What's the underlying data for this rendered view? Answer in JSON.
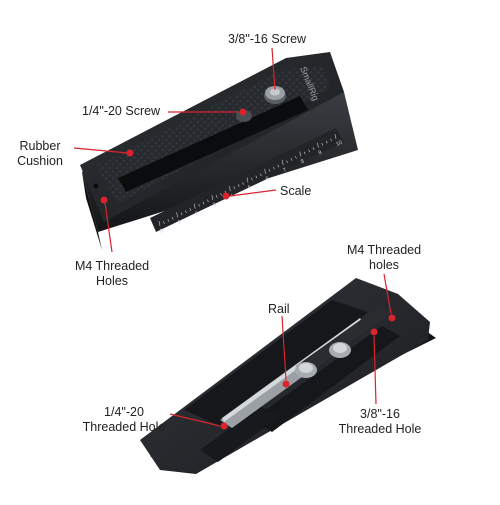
{
  "brand": "SmallRig",
  "accent_color": "#d9232e",
  "scale_ticks": [
    "0",
    "1",
    "2",
    "3",
    "4",
    "5",
    "6",
    "7",
    "8",
    "9",
    "10"
  ],
  "callouts": {
    "screw_3_8": "3/8\"-16 Screw",
    "screw_1_4": "1/4\"-20 Screw",
    "rubber_cushion_1": "Rubber",
    "rubber_cushion_2": "Cushion",
    "scale": "Scale",
    "m4_left_1": "M4 Threaded",
    "m4_left_2": "Holes",
    "m4_right_1": "M4 Threaded",
    "m4_right_2": "holes",
    "rail": "Rail",
    "hole_1_4_1": "1/4\"-20",
    "hole_1_4_2": "Threaded Hole",
    "hole_3_8_1": "3/8\"-16",
    "hole_3_8_2": "Threaded Hole"
  }
}
